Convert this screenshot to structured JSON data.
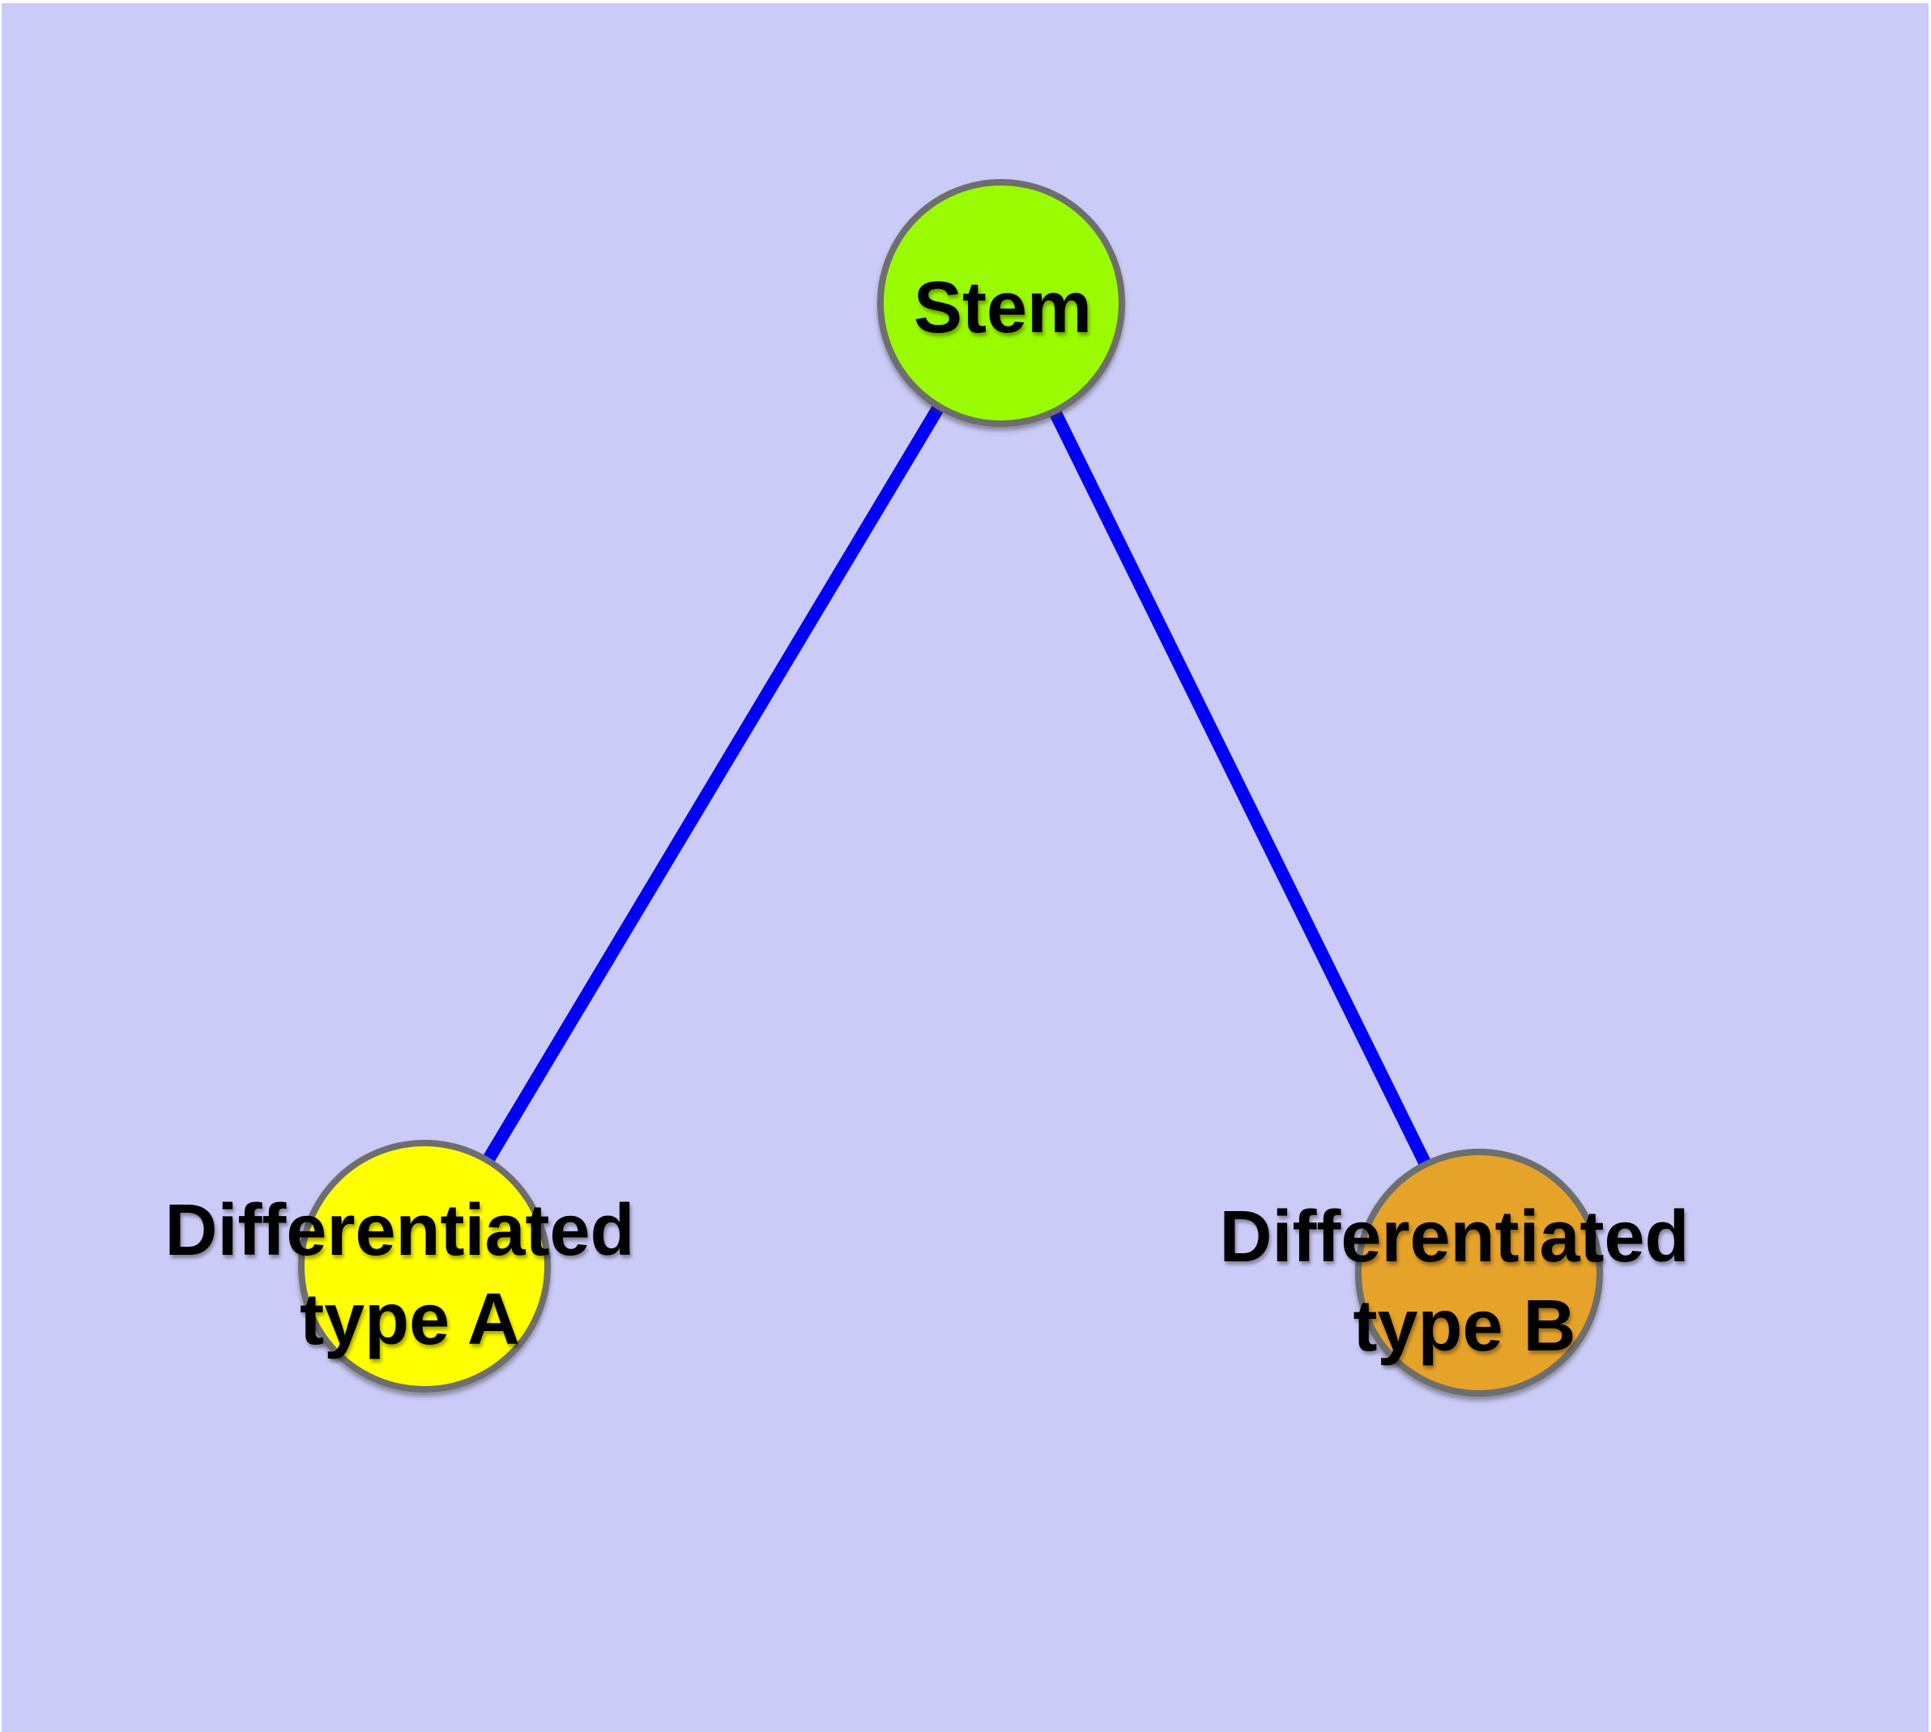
{
  "figure": {
    "title": "Stem cell differentiation diagram",
    "type": "node-link-diagram",
    "background_color": "#CBCBF8",
    "frame_color": "#FFFFFF",
    "node_stroke_color": "#6E6E6E",
    "label_color": "#000000"
  },
  "nodes": [
    {
      "id": "stem",
      "label": "Stem",
      "fill": "#9AFB00"
    },
    {
      "id": "differentiated-type-a",
      "label_lines": [
        "Differentiated",
        "type A"
      ],
      "fill": "#FFFF00"
    },
    {
      "id": "differentiated-type-b",
      "label_lines": [
        "Differentiated",
        "type B"
      ],
      "fill": "#E6A32C"
    }
  ],
  "edges": [
    {
      "from": "stem",
      "to": "differentiated-type-a",
      "color": "#0000F6"
    },
    {
      "from": "stem",
      "to": "differentiated-type-b",
      "color": "#0000F6"
    }
  ]
}
